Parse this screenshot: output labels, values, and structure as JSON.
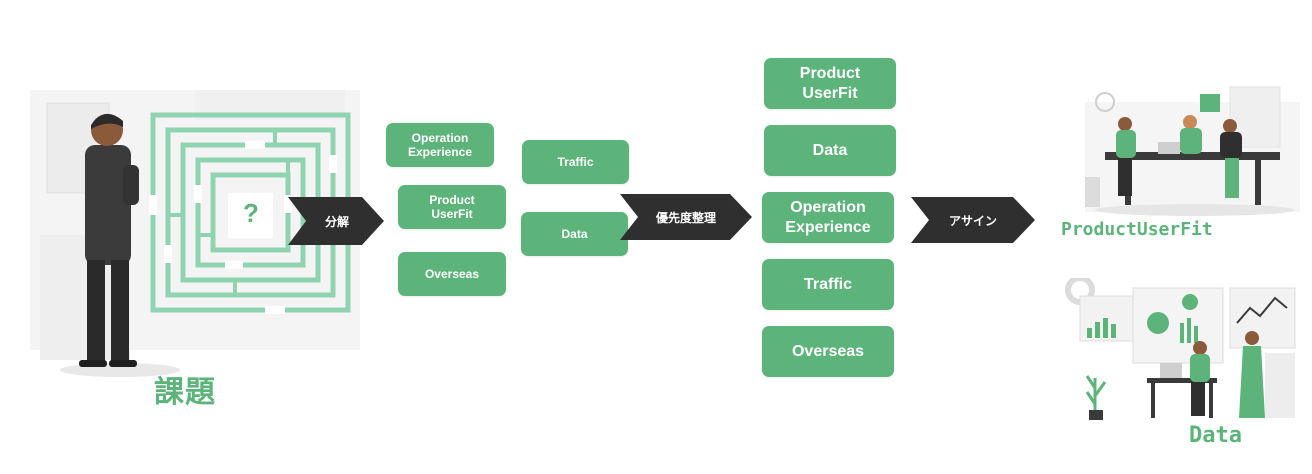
{
  "issue": {
    "label": "課題",
    "question_mark": "?"
  },
  "arrows": {
    "decompose": "分解",
    "prioritize": "優先度整理",
    "assign": "アサイン"
  },
  "stage1": [
    {
      "label": "Operation\nExperience"
    },
    {
      "label": "Product\nUserFit"
    },
    {
      "label": "Overseas"
    }
  ],
  "stage2": [
    {
      "label": "Traffic"
    },
    {
      "label": "Data"
    }
  ],
  "stage3": [
    {
      "label": "Product\nUserFit"
    },
    {
      "label": "Data"
    },
    {
      "label": "Operation\nExperience"
    },
    {
      "label": "Traffic"
    },
    {
      "label": "Overseas"
    }
  ],
  "teams": [
    {
      "label": "ProductUserFit"
    },
    {
      "label": "Data"
    }
  ],
  "colors": {
    "accent": "#5db47a",
    "maze": "#8fd3b1",
    "arrow": "#2f2f2f",
    "text_on_box": "#ffffff"
  }
}
